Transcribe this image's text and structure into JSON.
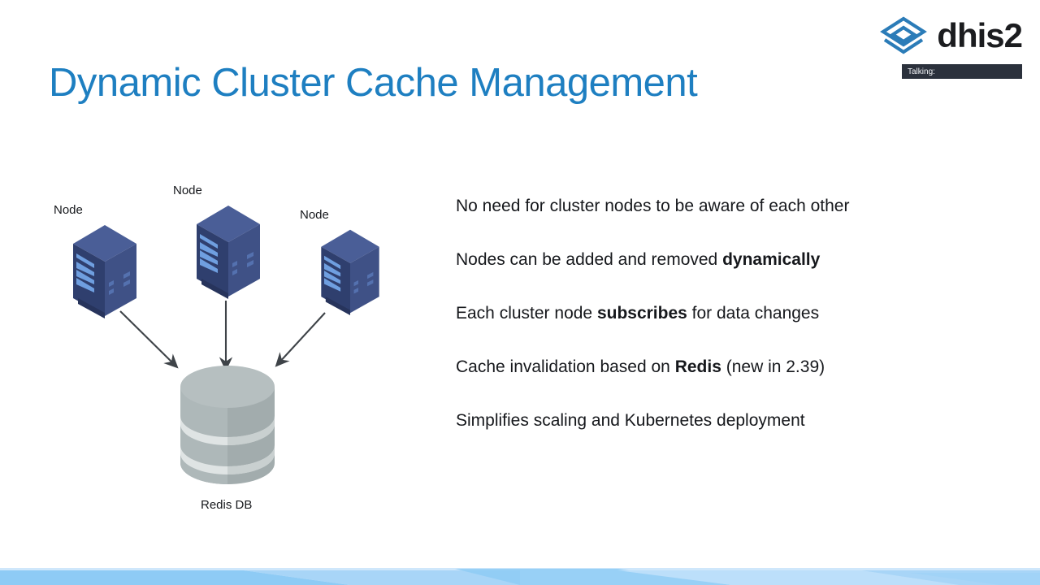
{
  "slide": {
    "title": "Dynamic Cluster Cache Management",
    "title_color": "#1e7fc1",
    "background_color": "#ffffff"
  },
  "brand": {
    "logo_icon": "dhis2-diamond-logo-icon",
    "wordmark": "dhis2",
    "logo_color": "#2b7cb8",
    "wordmark_color": "#1b1c1f"
  },
  "overlay": {
    "talking_label": "Talking:",
    "talking_badge_bg": "#2b313c",
    "talking_badge_text_color": "#f2f4f7"
  },
  "diagram": {
    "nodes": [
      {
        "label": "Node",
        "icon": "server-tower-icon"
      },
      {
        "label": "Node",
        "icon": "server-tower-icon"
      },
      {
        "label": "Node",
        "icon": "server-tower-icon"
      }
    ],
    "database": {
      "label": "Redis DB",
      "icon": "database-cylinder-icon"
    },
    "arrows": {
      "count": 3,
      "direction": "nodes-to-database",
      "color": "#3e4348",
      "icon": "arrow-down-icon"
    },
    "node_colors": {
      "front": "#2f3f6e",
      "side": "#3f5186",
      "top": "#4a5e97",
      "led": "#6f9fe0"
    },
    "database_colors": {
      "top": "#b6bfc0",
      "body": "#a2acad",
      "stripe": "#dfe4e4",
      "shadow": "#8d9899"
    }
  },
  "bullets": [
    {
      "parts": [
        {
          "text": "No need for cluster nodes to be aware of each other",
          "bold": false
        }
      ]
    },
    {
      "parts": [
        {
          "text": "Nodes can be added and removed ",
          "bold": false
        },
        {
          "text": "dynamically",
          "bold": true
        }
      ]
    },
    {
      "parts": [
        {
          "text": "Each cluster node ",
          "bold": false
        },
        {
          "text": "subscribes",
          "bold": true
        },
        {
          "text": " for data changes",
          "bold": false
        }
      ]
    },
    {
      "parts": [
        {
          "text": "Cache invalidation based on ",
          "bold": false
        },
        {
          "text": "Redis",
          "bold": true
        },
        {
          "text": " (new in 2.39)",
          "bold": false
        }
      ]
    },
    {
      "parts": [
        {
          "text": "Simplifies scaling and Kubernetes deployment",
          "bold": false
        }
      ]
    }
  ],
  "footer": {
    "decoration": "wave-band",
    "colors": {
      "light": "#cfe7fb",
      "mid": "#a8d5f7",
      "dark": "#8ecbf5"
    }
  }
}
